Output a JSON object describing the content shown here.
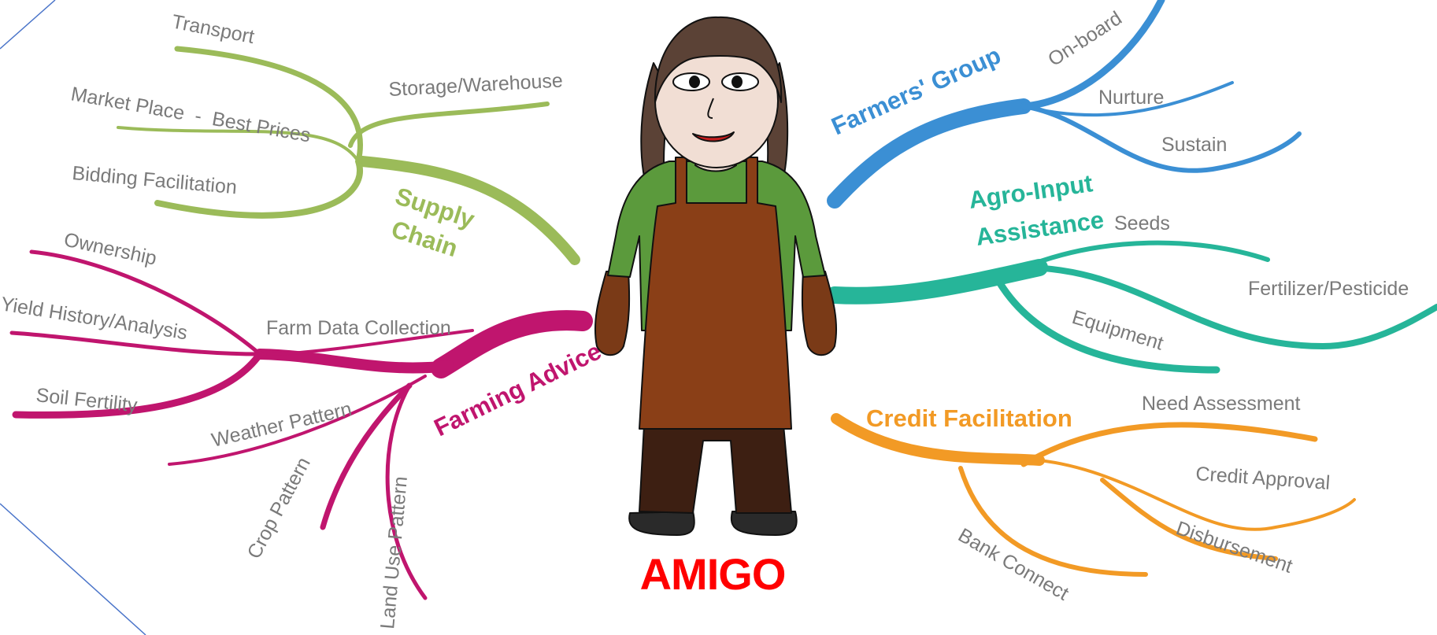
{
  "center": {
    "title": "AMIGO"
  },
  "colors": {
    "supply_chain": "#9bbb59",
    "farming_advice": "#c0156e",
    "farmers_group": "#3b8fd4",
    "agro_input": "#26b599",
    "credit": "#f29a25",
    "leaf_text": "#7a7a7a",
    "title": "#ff0000"
  },
  "branches": {
    "supply_chain": {
      "label_line1": "Supply",
      "label_line2": "Chain",
      "items": [
        "Transport",
        "Storage/Warehouse",
        "Market Place  -  Best Prices",
        "Bidding Facilitation"
      ]
    },
    "farming_advice": {
      "label": "Farming Advice",
      "sub_label": "Farm Data Collection",
      "items": [
        "Ownership",
        "Yield History/Analysis",
        "Soil Fertility",
        "Weather Pattern",
        "Crop Pattern",
        "Land Use Pattern"
      ]
    },
    "farmers_group": {
      "label": "Farmers' Group",
      "items": [
        "On-board",
        "Nurture",
        "Sustain"
      ]
    },
    "agro_input": {
      "label_line1": "Agro-Input",
      "label_line2": "Assistance",
      "items": [
        "Seeds",
        "Fertilizer/Pesticide",
        "Equipment"
      ]
    },
    "credit": {
      "label": "Credit Facilitation",
      "items": [
        "Need Assessment",
        "Credit Approval",
        "Disbursement",
        "Bank Connect"
      ]
    }
  }
}
